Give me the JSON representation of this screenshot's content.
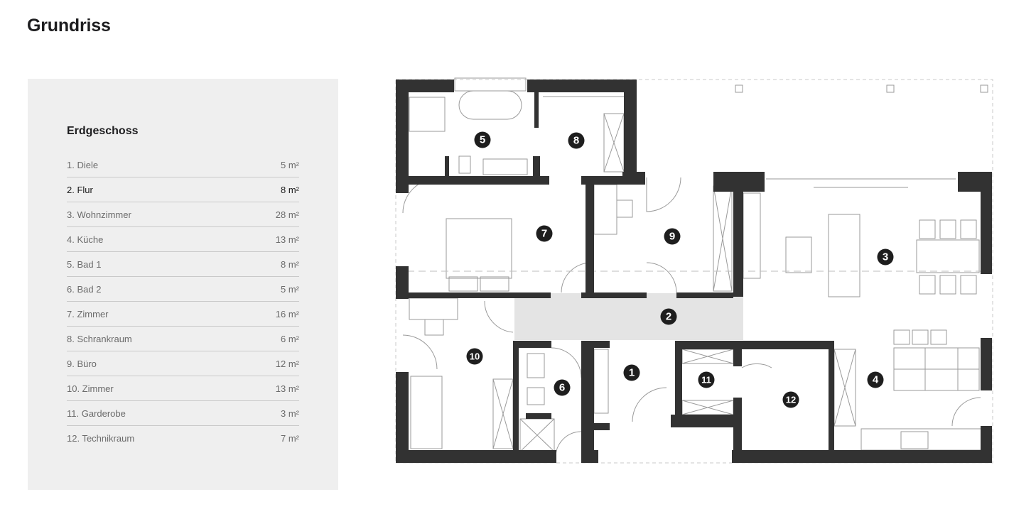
{
  "page": {
    "title": "Grundriss"
  },
  "panel": {
    "floor_title": "Erdgeschoss",
    "rooms": [
      {
        "label": "1. Diele",
        "area": "5 m²"
      },
      {
        "label": "2. Flur",
        "area": "8 m²",
        "highlighted": true
      },
      {
        "label": "3. Wohnzimmer",
        "area": "28 m²"
      },
      {
        "label": "4. Küche",
        "area": "13 m²"
      },
      {
        "label": "5. Bad 1",
        "area": "8 m²"
      },
      {
        "label": "6. Bad 2",
        "area": "5 m²"
      },
      {
        "label": "7. Zimmer",
        "area": "16 m²"
      },
      {
        "label": "8. Schrankraum",
        "area": "6 m²"
      },
      {
        "label": "9. Büro",
        "area": "12 m²"
      },
      {
        "label": "10.  Zimmer",
        "area": "13 m²"
      },
      {
        "label": "11. Garderobe",
        "area": "3 m²"
      },
      {
        "label": "12.  Technikraum",
        "area": "7 m²"
      }
    ]
  },
  "plan": {
    "markers": [
      "1",
      "2",
      "3",
      "4",
      "5",
      "6",
      "7",
      "8",
      "9",
      "10",
      "11",
      "12"
    ],
    "highlighted_room": "2",
    "colors": {
      "wall": "#323232",
      "highlight": "#e4e4e4",
      "line": "#9a9a9a",
      "marker": "#1e1e1e"
    }
  }
}
